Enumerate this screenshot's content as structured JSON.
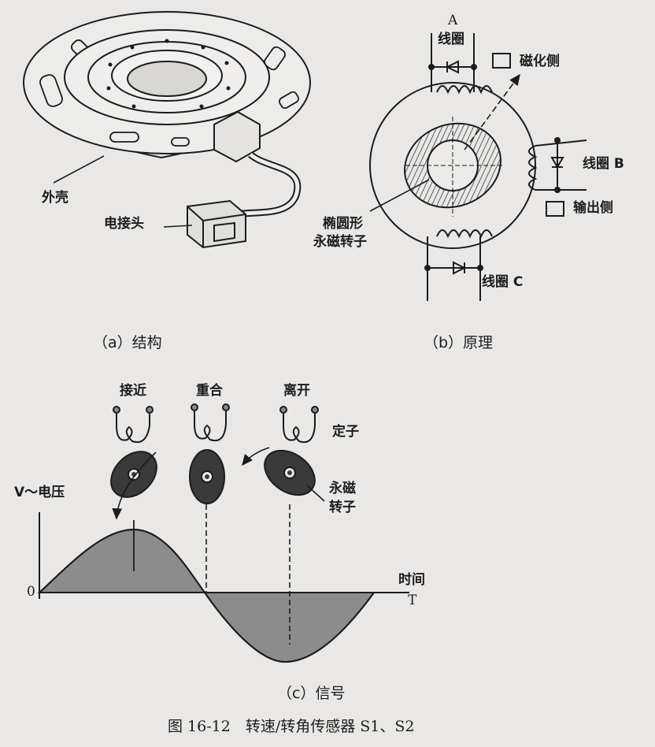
{
  "panel_a": {
    "caption": "（a）结构",
    "labels": {
      "housing": "外壳",
      "connector": "电接头"
    }
  },
  "panel_b": {
    "caption": "（b）原理",
    "labels": {
      "a_letter": "A",
      "coil_a": "线圈",
      "magnetize_side": "磁化侧",
      "coil_b": "线圈 B",
      "output_side": "输出侧",
      "coil_c": "线圈 C",
      "rotor_line1": "椭圆形",
      "rotor_line2": "永磁转子"
    }
  },
  "panel_c": {
    "caption": "（c）信号",
    "labels": {
      "approach": "接近",
      "overlap": "重合",
      "depart": "离开",
      "stator": "定子",
      "rotor_line1": "永磁",
      "rotor_line2": "转子",
      "y_axis": "V～电压",
      "zero": "0",
      "x_axis_line1": "时间",
      "x_axis_line2": "T"
    }
  },
  "figure_caption": "图 16-12　转速/转角传感器 S1、S2",
  "colors": {
    "paper": "#e9e8e6",
    "ink": "#1c1c1c",
    "fill_gray": "#8c8c8c",
    "rotor_dark": "#3a3a3a"
  }
}
